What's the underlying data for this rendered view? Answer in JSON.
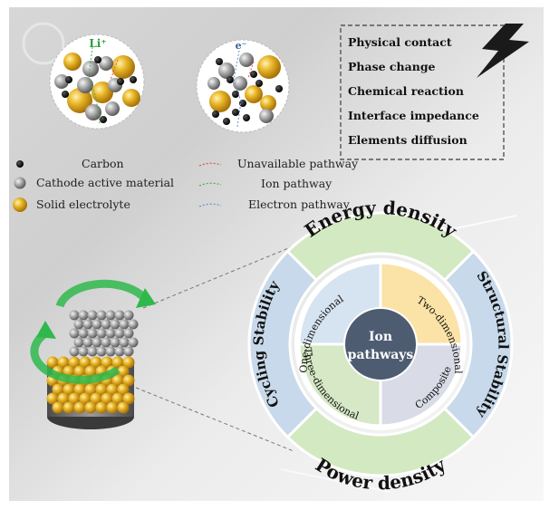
{
  "callouts": {
    "lithium_ion": "Li⁺",
    "electron": "e⁻"
  },
  "challenges": [
    "Physical contact",
    "Phase change",
    "Chemical reaction",
    "Interface impedance",
    "Elements diffusion"
  ],
  "legend_materials": [
    {
      "label": "Carbon",
      "color": "#111111"
    },
    {
      "label": "Cathode active material",
      "color": "#9a9a9a"
    },
    {
      "label": "Solid electrolyte",
      "color": "#d8a218"
    }
  ],
  "legend_pathways": [
    {
      "label": "Unavailable pathway",
      "color": "#d9534f"
    },
    {
      "label": "Ion pathway",
      "color": "#3fae5a"
    },
    {
      "label": "Electron pathway",
      "color": "#6c8ebf"
    }
  ],
  "wheel": {
    "center_label_line1": "Ion",
    "center_label_line2": "pathways",
    "inner_quadrants": [
      "One-dimensional",
      "Two-dimensional",
      "Three-dimensional",
      "Composite"
    ],
    "outer_top": "Energy density",
    "outer_bottom": "Power density",
    "outer_left": "Cycling Stability",
    "outer_right": "Structural Stability"
  },
  "colors": {
    "green_band": "#d3e9c2",
    "blue_band": "#c7d9ea",
    "center": "#4e5c72",
    "quad_one": "#d6e3f0",
    "quad_two": "#fbe2a6",
    "quad_three": "#d6e8c6",
    "quad_composite": "#d9dce7"
  }
}
